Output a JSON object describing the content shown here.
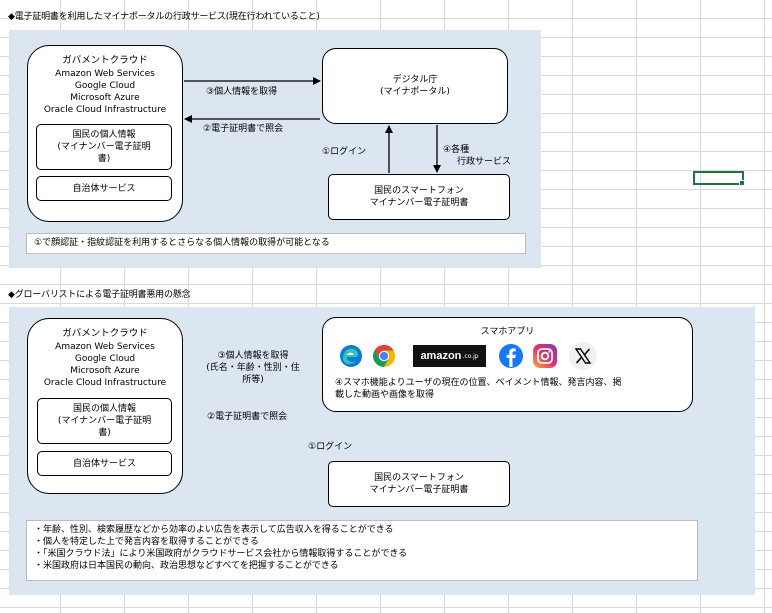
{
  "section1": {
    "heading": "◆電子証明書を利用したマイナポータルの行政サービス(現在行われていること)",
    "cloud": {
      "title": "ガバメントクラウド",
      "providers": [
        "Amazon Web Services",
        "Google Cloud",
        "Microsoft Azure",
        "Oracle Cloud Infrastructure"
      ],
      "personal_info": [
        "国民の個人情報",
        "(マイナンバー電子証明",
        "書)"
      ],
      "municipal": "自治体サービス"
    },
    "digital_agency": [
      "デジタル庁",
      "(マイナポータル)"
    ],
    "smartphone": [
      "国民のスマートフォン",
      "マイナンバー電子証明書"
    ],
    "arrow_get_info": "③個人情報を取得",
    "arrow_verify": "②電子証明書で照会",
    "arrow_login": "①ログイン",
    "arrow_services": [
      "④各種",
      "行政サービス"
    ],
    "note": "①で顔認証・指紋認証を利用するとさらなる個人情報の取得が可能となる"
  },
  "section2": {
    "heading": "◆グローバリストによる電子証明書悪用の懸念",
    "cloud": {
      "title": "ガバメントクラウド",
      "providers": [
        "Amazon Web Services",
        "Google Cloud",
        "Microsoft Azure",
        "Oracle Cloud Infrastructure"
      ],
      "personal_info": [
        "国民の個人情報",
        "(マイナンバー電子証明",
        "書)"
      ],
      "municipal": "自治体サービス"
    },
    "app": {
      "title": "スマホアプリ",
      "icons": [
        "edge-icon",
        "chrome-icon",
        "amazon-logo",
        "facebook-icon",
        "instagram-icon",
        "x-icon"
      ],
      "amazon_text": "amazon",
      "amazon_suffix": ".co.jp",
      "desc": [
        "④スマホ機能よりユーザの現在の位置、ペイメント情報、発言内容、掲",
        "載した動画や画像を取得"
      ]
    },
    "smartphone": [
      "国民のスマートフォン",
      "マイナンバー電子証明書"
    ],
    "arrow_get_info": [
      "③個人情報を取得",
      "(氏名・年齢・性別・住",
      "所等)"
    ],
    "arrow_verify": "②電子証明書で照会",
    "arrow_login": "①ログイン",
    "notes": [
      "・年齢、性別、検索履歴などから効率のよい広告を表示して広告収入を得ることができる",
      "・個人を特定した上で発言内容を取得することができる",
      "・「米国クラウド法」により米国政府がクラウドサービス会社から情報取得することができる",
      "・米国政府は日本国民の動向、政治思想などすべてを把握することができる"
    ]
  },
  "colors": {
    "panel": "#dce6f1",
    "selection": "#217346",
    "facebook": "#1877f2",
    "chrome_red": "#db4437",
    "chrome_yellow": "#f4b400",
    "chrome_green": "#0f9d58",
    "chrome_blue": "#4285f4"
  }
}
